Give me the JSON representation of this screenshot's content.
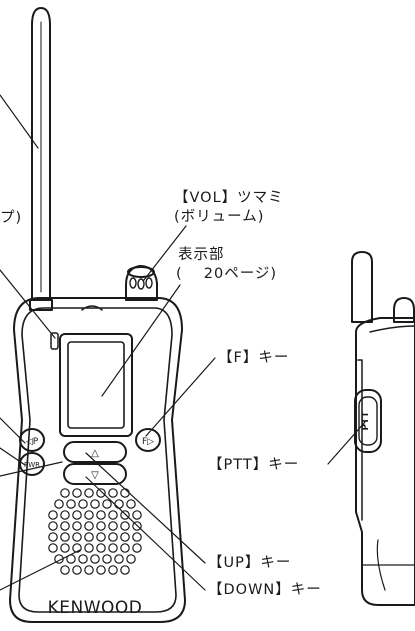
{
  "labels": {
    "vol_key": "【VOL】ツマミ",
    "vol_desc": "(ボリューム)",
    "display": "表示部",
    "display_page": "(　 20ページ)",
    "f_key": "【F】キー",
    "ptt_key": "【PTT】キー",
    "up_key": "【UP】キー",
    "down_key": "【DOWN】キー",
    "cut_label": "プ)"
  },
  "device": {
    "brand": "KENWOOD",
    "button_lp": "◁P",
    "button_pwr": "PWR",
    "button_fp": "F▷",
    "button_up": "△",
    "button_down": "▽",
    "side_ptt": "PTT"
  },
  "colors": {
    "line": "#1a1a1a",
    "body": "#ffffff"
  }
}
